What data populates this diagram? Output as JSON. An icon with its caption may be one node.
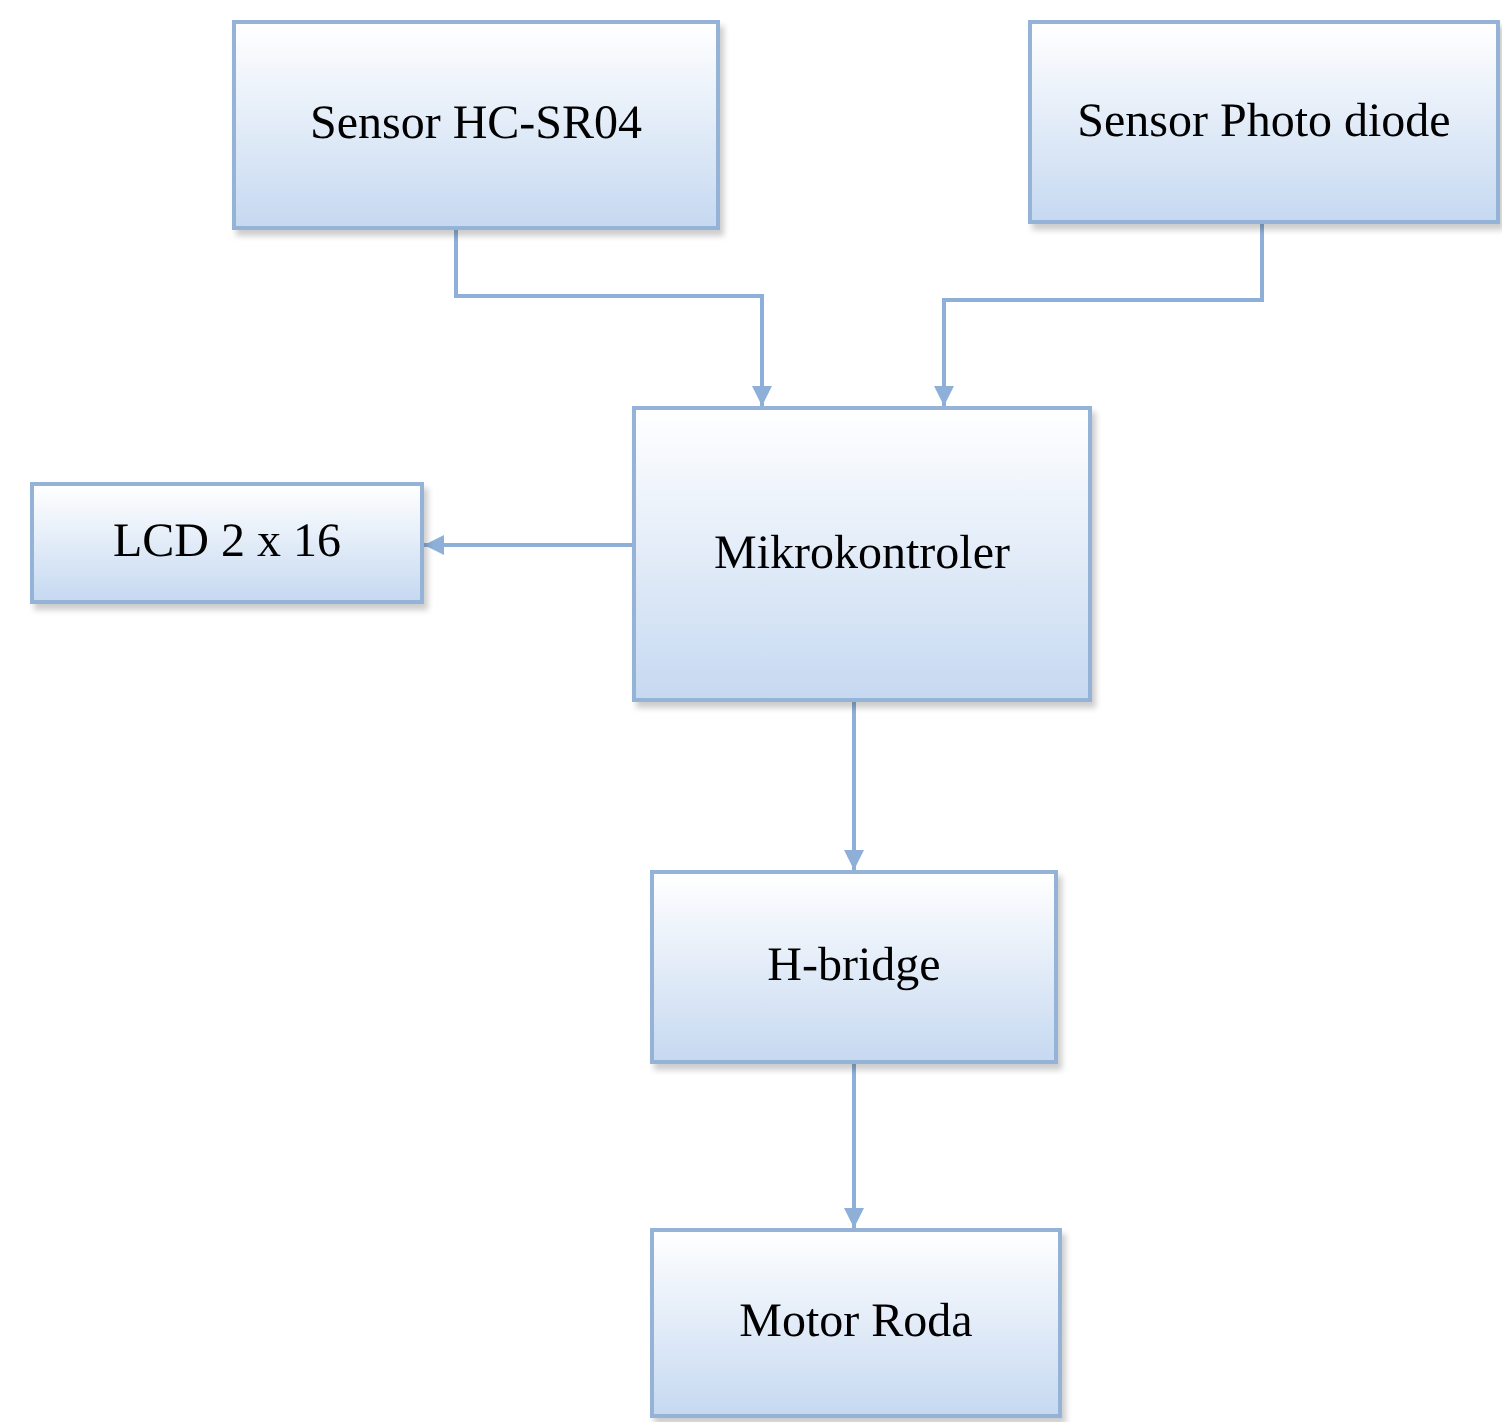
{
  "diagram": {
    "nodes": [
      {
        "text": [
          "Sensor HC-SR04"
        ]
      },
      {
        "text": [
          "Sensor Photo diode"
        ]
      },
      {
        "text": [
          "Mikrokontroler"
        ]
      },
      {
        "text": [
          "LCD 2 x 16"
        ]
      },
      {
        "text": [
          "H-bridge"
        ]
      },
      {
        "text": [
          "Motor Roda"
        ]
      }
    ],
    "edges": [
      {
        "from": 0,
        "to": 2,
        "arrow": "to"
      },
      {
        "from": 1,
        "to": 2,
        "arrow": "to"
      },
      {
        "from": 2,
        "to": 3,
        "arrow": "to"
      },
      {
        "from": 2,
        "to": 4,
        "arrow": "to"
      },
      {
        "from": 4,
        "to": 5,
        "arrow": "to"
      }
    ]
  }
}
